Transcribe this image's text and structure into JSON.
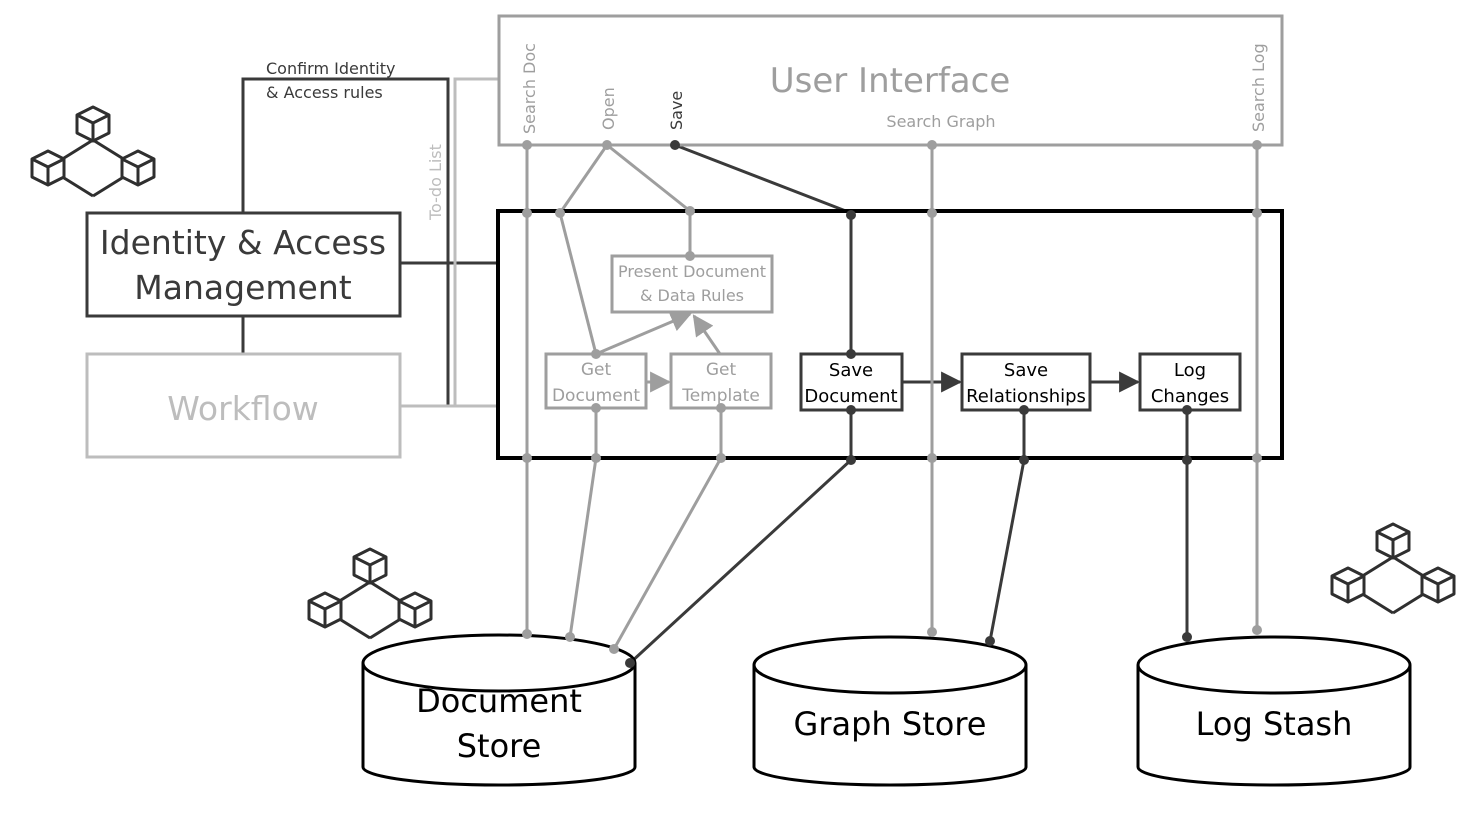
{
  "colors": {
    "dark": "#3a3a3a",
    "grey": "#9e9e9e",
    "light": "#bdbdbd",
    "black": "#000000"
  },
  "user_interface": {
    "title": "User Interface",
    "search_doc": "Search Doc",
    "open": "Open",
    "save": "Save",
    "search_graph": "Search Graph",
    "search_log": "Search Log"
  },
  "iam": {
    "line1": "Identity & Access",
    "line2": "Management",
    "confirm_line1": "Confirm Identity",
    "confirm_line2": "& Access rules"
  },
  "workflow": {
    "label": "Workflow",
    "todo": "To-do List"
  },
  "process": {
    "present_line1": "Present Document",
    "present_line2": "& Data Rules",
    "get_doc_line1": "Get",
    "get_doc_line2": "Document",
    "get_tpl_line1": "Get",
    "get_tpl_line2": "Template",
    "save_doc_line1": "Save",
    "save_doc_line2": "Document",
    "save_rel_line1": "Save",
    "save_rel_line2": "Relationships",
    "log_line1": "Log",
    "log_line2": "Changes"
  },
  "stores": {
    "doc_line1": "Document",
    "doc_line2": "Store",
    "graph": "Graph Store",
    "log": "Log Stash"
  },
  "icons": [
    "cluster-cubes-icon",
    "cluster-cubes-icon",
    "cluster-cubes-icon"
  ]
}
